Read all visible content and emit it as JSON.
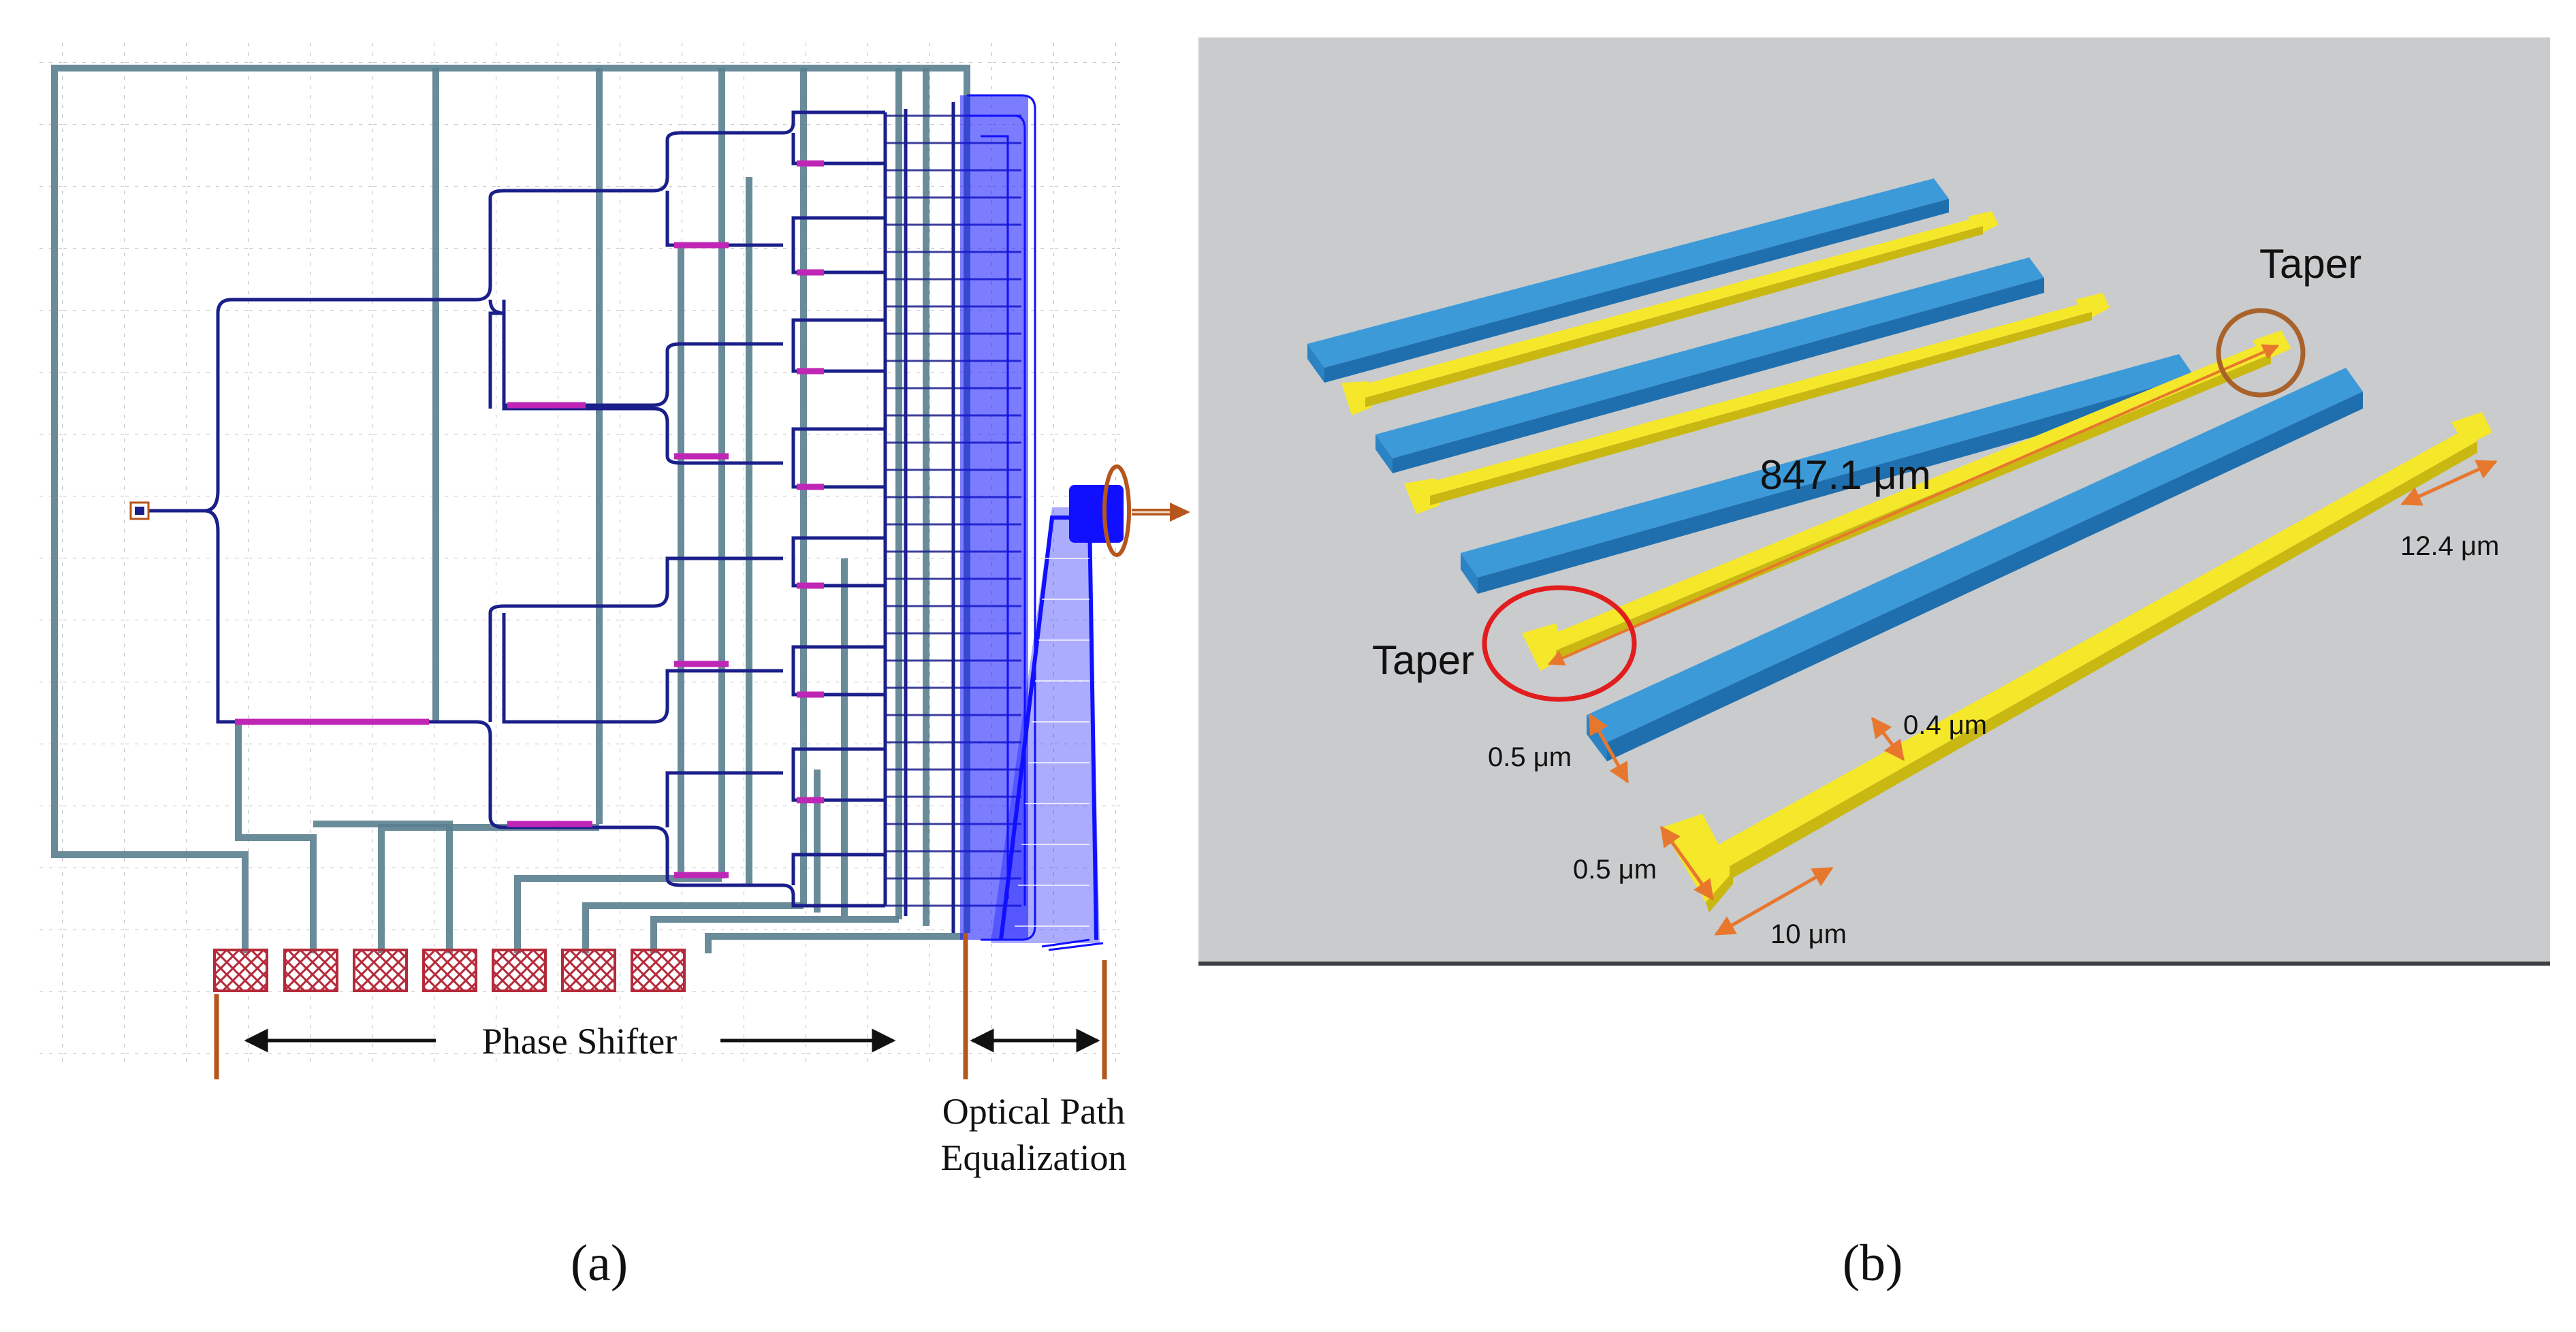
{
  "panel_a": {
    "caption": "(a)",
    "phase_shifter_label": "Phase Shifter",
    "ope_label_line1": "Optical Path",
    "ope_label_line2": "Equalization",
    "colors": {
      "waveguide": "#1b1f8a",
      "electrode": "#5a7f8f",
      "heater": "#c026b5",
      "pad": "#b52a3a",
      "marker": "#b5561c",
      "fan": "#1010ff"
    }
  },
  "panel_b": {
    "caption": "(b)",
    "taper_top_label": "Taper",
    "taper_left_label": "Taper",
    "length_label": "847.1 μm",
    "pitch_label": "12.4 μm",
    "width_label_1": "0.5 μm",
    "width_label_2": "0.4 μm",
    "width_label_3": "0.5 μm",
    "taper_len_label": "10 μm",
    "colors": {
      "blue_guide": "#3d9ad8",
      "yellow_guide": "#f5e72a",
      "arrow": "#e8772e",
      "circle_red": "#e11d1d",
      "circle_brown": "#a8622a",
      "background": "#c9cbcd"
    }
  }
}
